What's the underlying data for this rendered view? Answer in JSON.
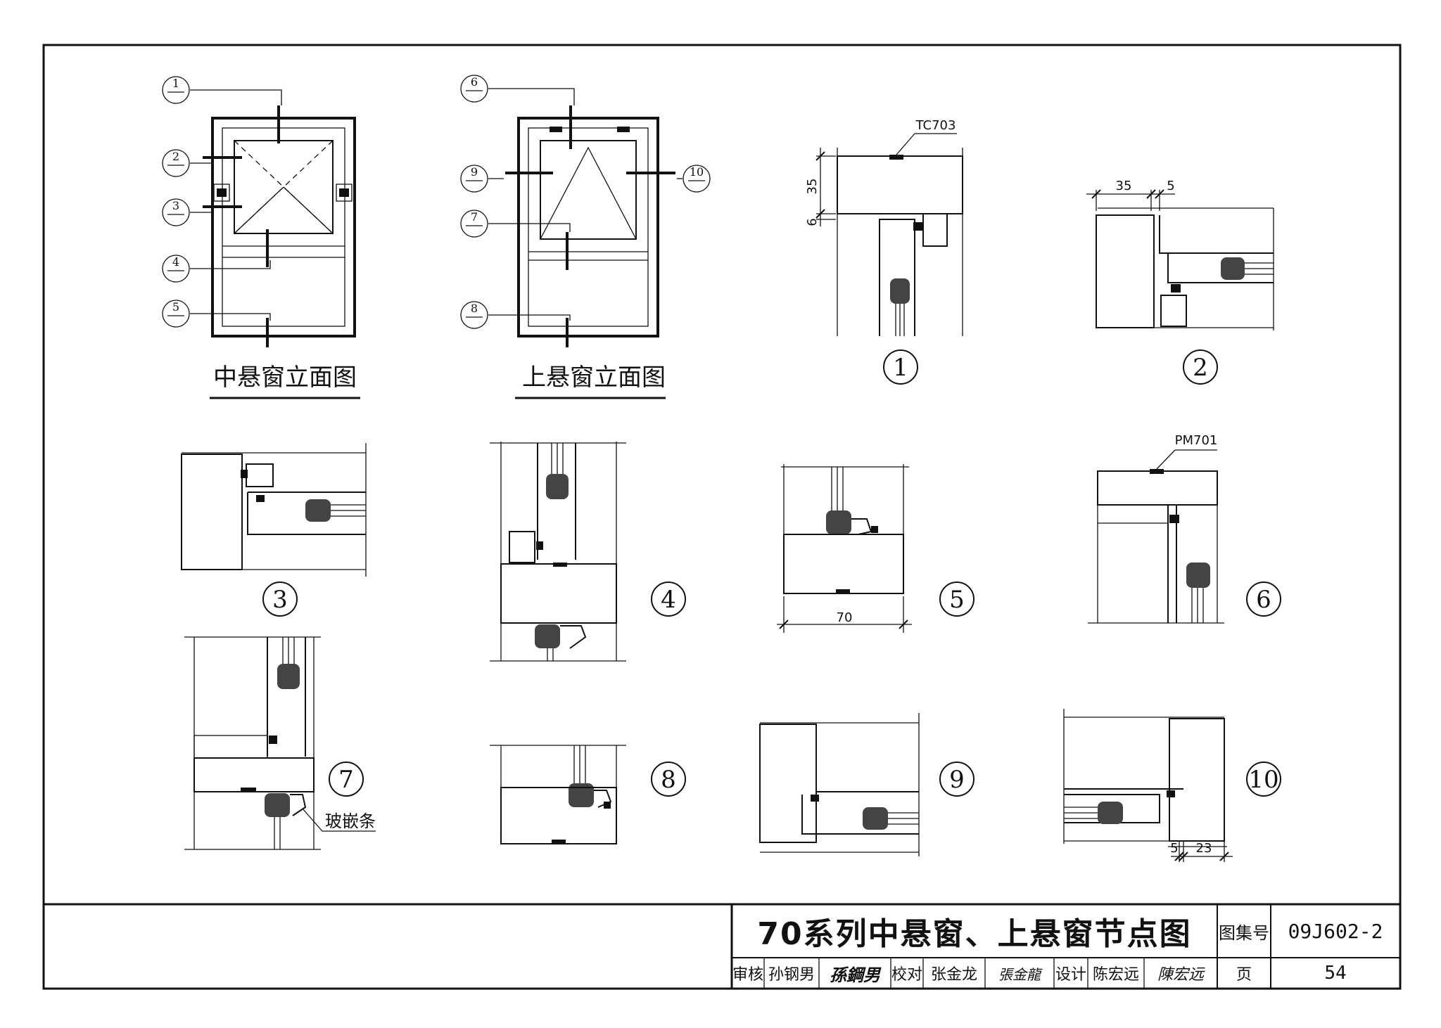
{
  "elevations": {
    "center_pivot_title": "中悬窗立面图",
    "top_hung_title": "上悬窗立面图",
    "center_pivot_markers": [
      "1",
      "2",
      "3",
      "4",
      "5"
    ],
    "top_hung_markers": [
      "6",
      "9",
      "10",
      "7",
      "8"
    ]
  },
  "details": {
    "d1": {
      "label": "1",
      "profile": "TC703",
      "dims": [
        "35",
        "6"
      ]
    },
    "d2": {
      "label": "2",
      "dims": [
        "35",
        "5"
      ]
    },
    "d3": {
      "label": "3"
    },
    "d4": {
      "label": "4"
    },
    "d5": {
      "label": "5",
      "dims": [
        "70"
      ]
    },
    "d6": {
      "label": "6",
      "profile": "PM701"
    },
    "d7": {
      "label": "7",
      "note": "玻嵌条"
    },
    "d8": {
      "label": "8"
    },
    "d9": {
      "label": "9"
    },
    "d10": {
      "label": "10",
      "dims": [
        "5",
        "23"
      ]
    }
  },
  "title_block": {
    "title": "70系列中悬窗、上悬窗节点图",
    "atlas_label": "图集号",
    "atlas_no": "09J602-2",
    "page_label": "页",
    "page_no": "54",
    "review_label": "审核",
    "reviewer": "孙钢男",
    "reviewer_sig": "孫鋼男",
    "check_label": "校对",
    "checker": "张金龙",
    "checker_sig": "張金龍",
    "design_label": "设计",
    "designer": "陈宏远",
    "designer_sig": "陳宏远"
  }
}
